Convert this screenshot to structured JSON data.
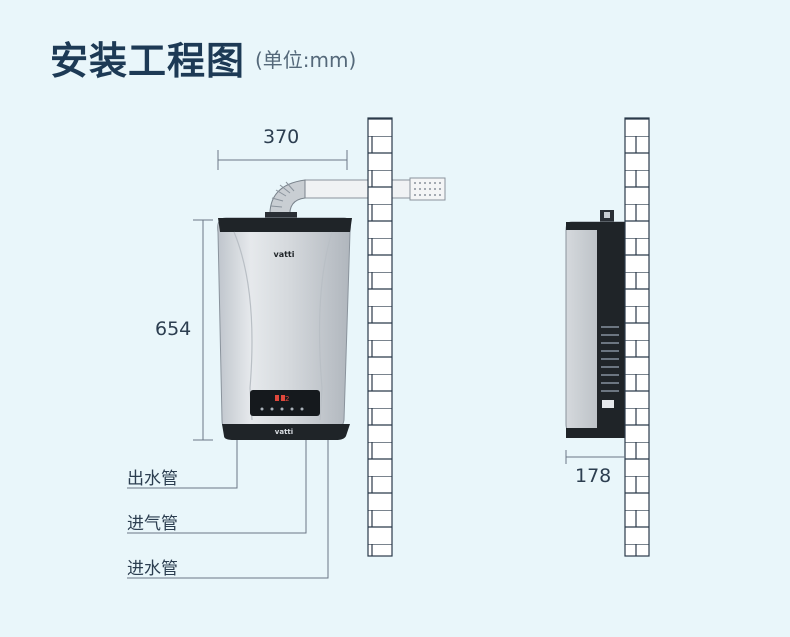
{
  "header": {
    "title": "安装工程图",
    "unit": "(单位:mm)"
  },
  "dimensions": {
    "width": "370",
    "height": "654",
    "depth": "178"
  },
  "brand": "vatti",
  "display": {
    "value": "42"
  },
  "pipes": [
    {
      "label": "出水管"
    },
    {
      "label": "进气管"
    },
    {
      "label": "进水管"
    }
  ],
  "colors": {
    "title": "#1d3a55",
    "background": "#e9f6fa",
    "line": "#6b7785"
  }
}
